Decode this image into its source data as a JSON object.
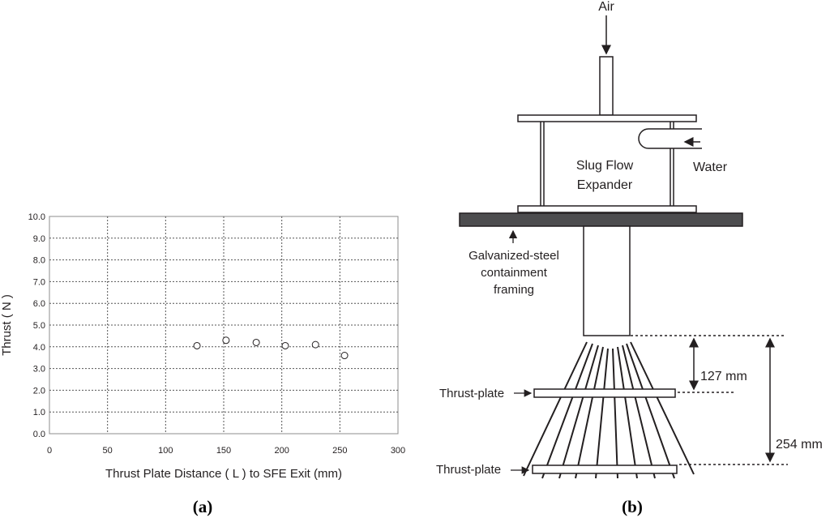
{
  "panel_a": {
    "label": "(a)",
    "chart_data": {
      "type": "scatter",
      "title": "",
      "xlabel": "Thrust Plate Distance ( L ) to SFE Exit (mm)",
      "ylabel": "Thrust ( N )",
      "xlim": [
        0,
        300
      ],
      "ylim": [
        0,
        10
      ],
      "x_ticks": [
        "0",
        "50",
        "100",
        "150",
        "200",
        "250",
        "300"
      ],
      "y_ticks": [
        "0.0",
        "1.0",
        "2.0",
        "3.0",
        "4.0",
        "5.0",
        "6.0",
        "7.0",
        "8.0",
        "9.0",
        "10.0"
      ],
      "grid": "dotted",
      "points": [
        {
          "x": 127,
          "y": 4.05
        },
        {
          "x": 152,
          "y": 4.3
        },
        {
          "x": 178,
          "y": 4.2
        },
        {
          "x": 203,
          "y": 4.05
        },
        {
          "x": 229,
          "y": 4.1
        },
        {
          "x": 254,
          "y": 3.6
        }
      ]
    }
  },
  "panel_b": {
    "label": "(b)",
    "air": "Air",
    "water": "Water",
    "expander_line1": "Slug Flow",
    "expander_line2": "Expander",
    "framing_line1": "Galvanized-steel",
    "framing_line2": "containment",
    "framing_line3": "framing",
    "plate1": "Thrust-plate",
    "plate2": "Thrust-plate",
    "dim1": "127 mm",
    "dim2": "254 mm"
  }
}
